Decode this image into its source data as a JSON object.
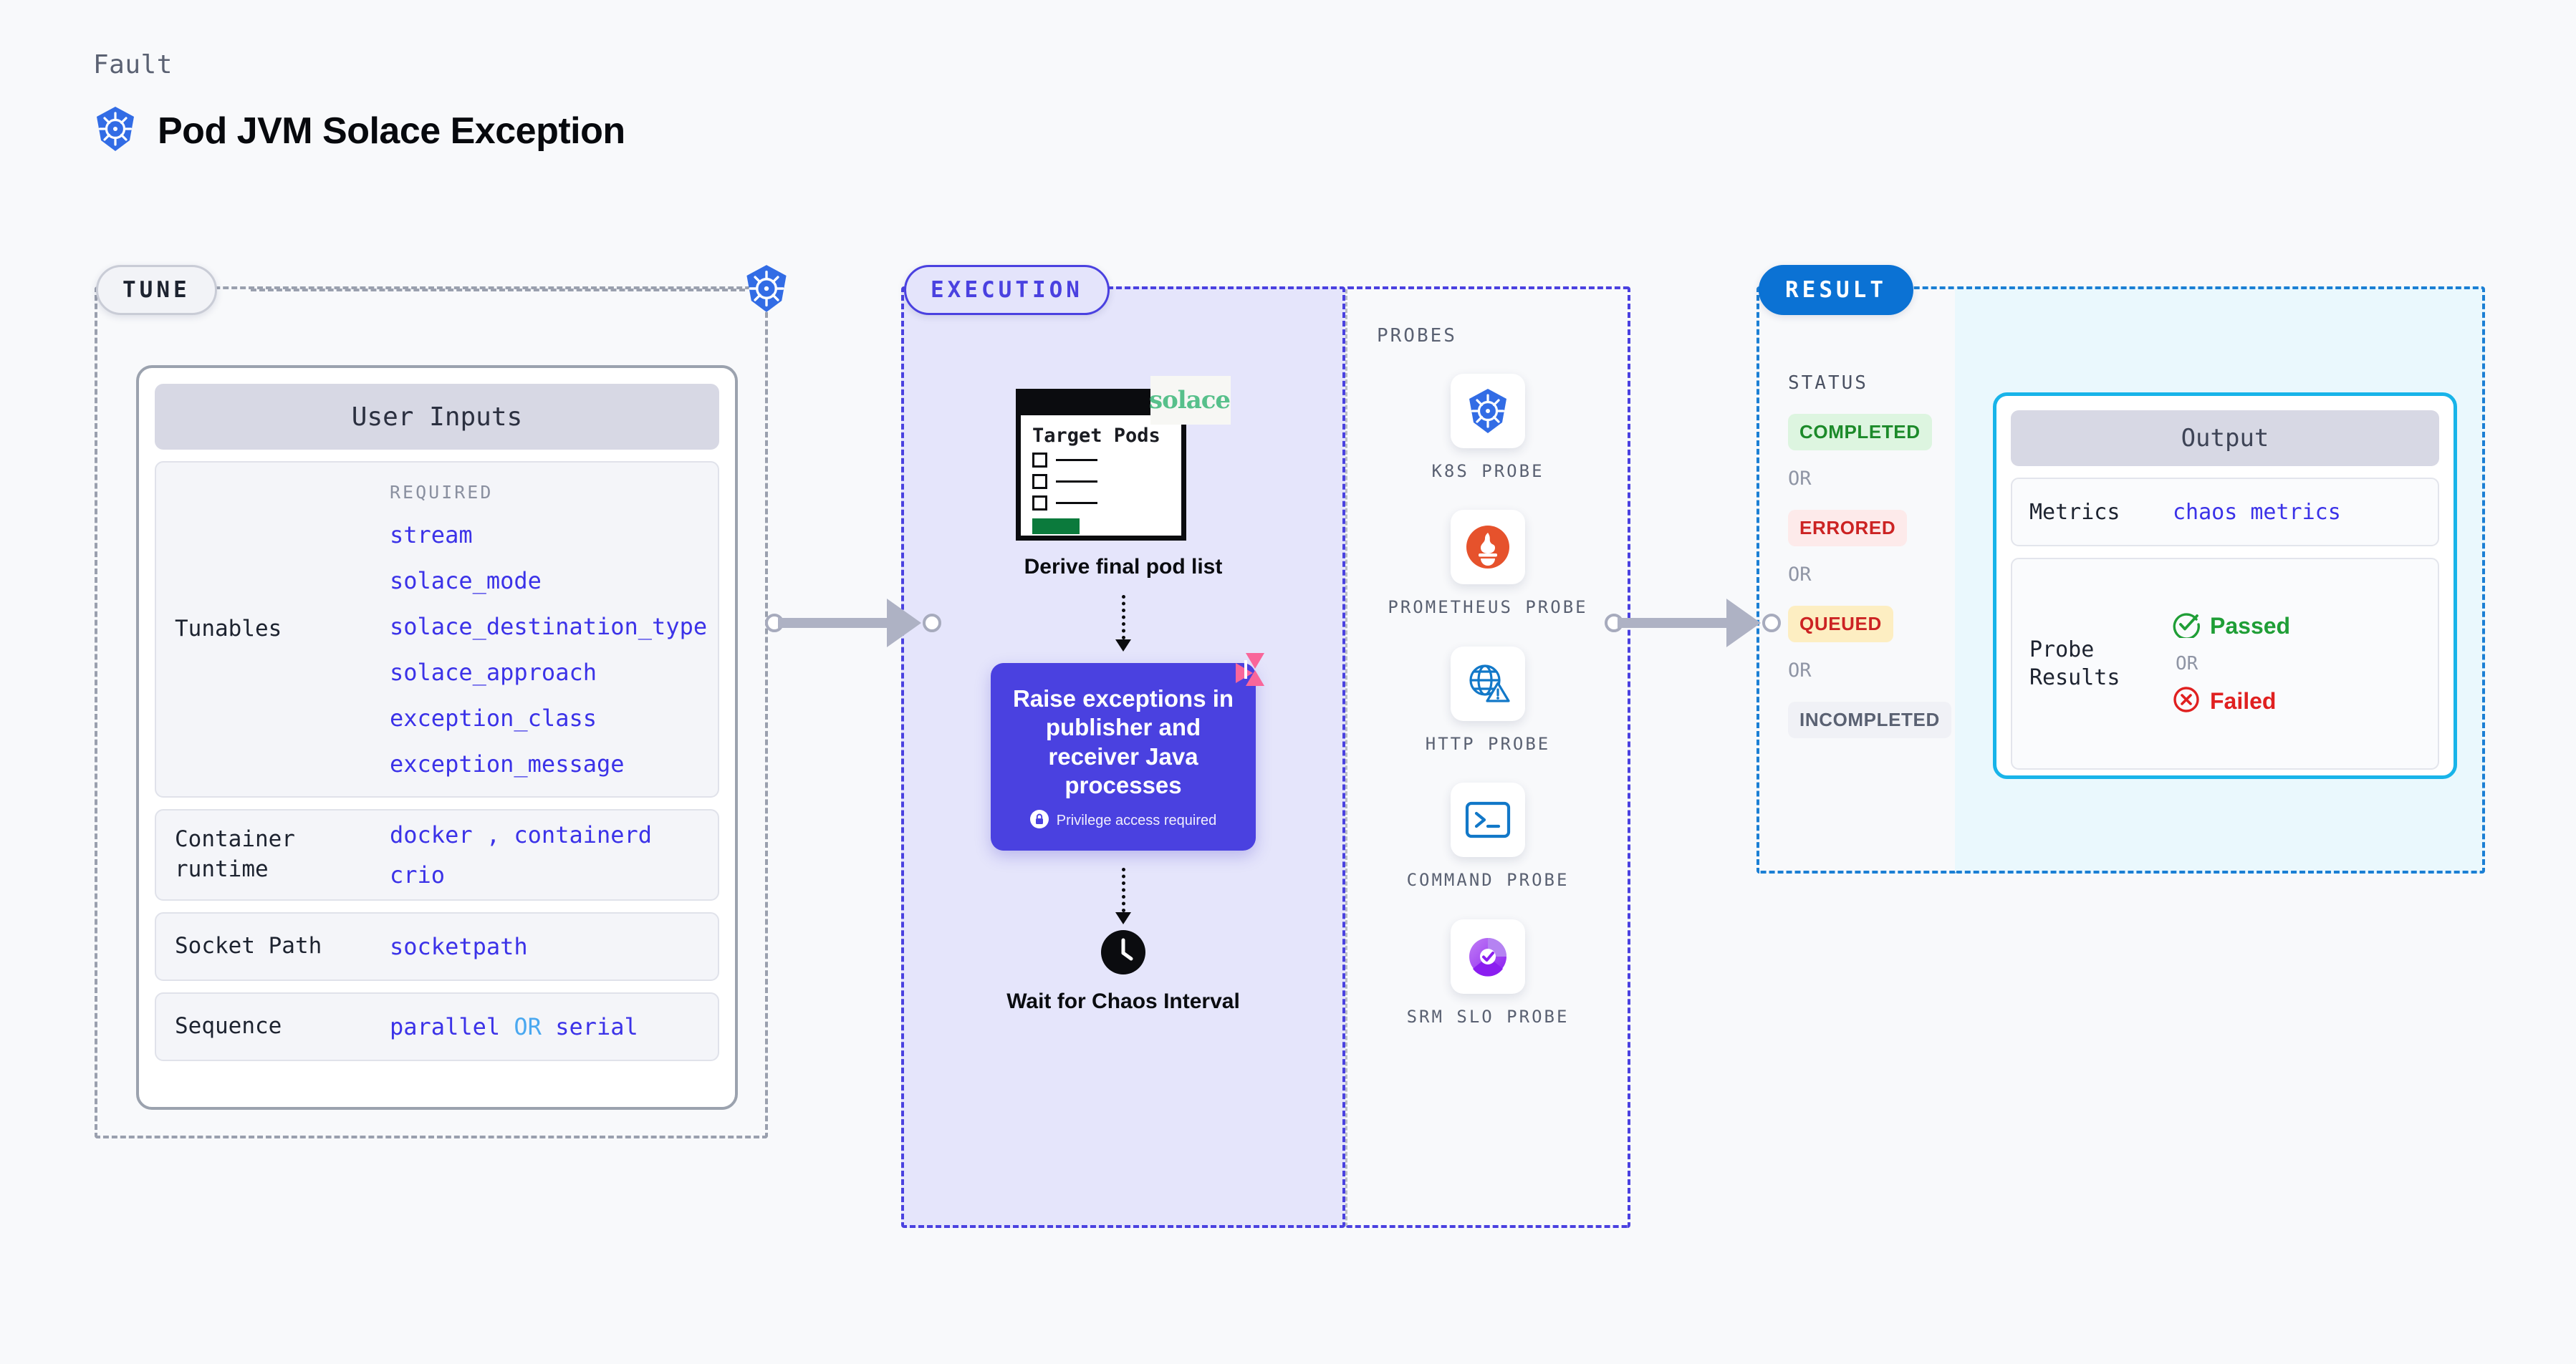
{
  "header": {
    "eyebrow": "Fault",
    "title": "Pod JVM Solace Exception",
    "icon": "kubernetes-icon"
  },
  "stages": {
    "tune": {
      "label": "TUNE"
    },
    "execution": {
      "label": "EXECUTION"
    },
    "result": {
      "label": "RESULT"
    }
  },
  "tune": {
    "card_title": "User Inputs",
    "rows": [
      {
        "key": "Tunables",
        "required_label": "REQUIRED",
        "values": [
          "stream",
          "solace_mode",
          "solace_destination_type",
          "solace_approach",
          "exception_class",
          "exception_message"
        ]
      },
      {
        "key": "Container runtime",
        "values": [
          "docker",
          "containerd",
          "crio"
        ],
        "separator": ","
      },
      {
        "key": "Socket Path",
        "values": [
          "socketpath"
        ]
      },
      {
        "key": "Sequence",
        "values": [
          "parallel",
          "serial"
        ],
        "separator": "OR"
      }
    ]
  },
  "execution": {
    "target_doc": {
      "title": "Target Pods",
      "brand": "solace"
    },
    "derive_caption": "Derive final pod list",
    "action_card": {
      "title": "Raise exceptions in publisher and receiver Java processes",
      "privilege_note": "Privilege access required",
      "lock_icon": "lock-icon",
      "corner_badge": "litmuschaos-icon",
      "color": "#4a41e0"
    },
    "wait": {
      "icon": "clock-icon",
      "caption": "Wait for Chaos Interval"
    }
  },
  "probes": {
    "label": "PROBES",
    "items": [
      {
        "name": "K8S PROBE",
        "icon": "kubernetes-icon"
      },
      {
        "name": "PROMETHEUS PROBE",
        "icon": "prometheus-icon"
      },
      {
        "name": "HTTP PROBE",
        "icon": "globe-warning-icon"
      },
      {
        "name": "COMMAND PROBE",
        "icon": "terminal-icon"
      },
      {
        "name": "SRM SLO PROBE",
        "icon": "srm-slo-icon"
      }
    ]
  },
  "result": {
    "status_label": "STATUS",
    "or_label": "OR",
    "statuses": [
      {
        "label": "COMPLETED",
        "bg": "#ddf5e0",
        "fg": "#1c8a2a"
      },
      {
        "label": "ERRORED",
        "bg": "#fdeaea",
        "fg": "#cc2323"
      },
      {
        "label": "QUEUED",
        "bg": "#fdeec2",
        "fg": "#cc2323"
      },
      {
        "label": "INCOMPLETED",
        "bg": "#f0f1f6",
        "fg": "#5a6172"
      }
    ]
  },
  "output": {
    "title": "Output",
    "metrics_key": "Metrics",
    "metrics_value": "chaos metrics",
    "probe_key": "Probe Results",
    "or_label": "OR",
    "passed": {
      "label": "Passed",
      "icon": "check-circle-icon",
      "color": "#1f9e36"
    },
    "failed": {
      "label": "Failed",
      "icon": "x-circle-icon",
      "color": "#e02020"
    }
  },
  "colors": {
    "execution_accent": "#4a41e0",
    "result_accent": "#0b72d4",
    "output_border": "#18b4e9",
    "tune_border": "#9aa0ae",
    "value_text": "#3b32e8"
  }
}
